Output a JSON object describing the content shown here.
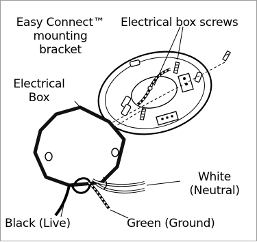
{
  "labels": {
    "bracket": [
      "Easy Connect™",
      "mounting",
      "bracket"
    ],
    "screws": "Electrical box screws",
    "electrical_box": [
      "Electrical",
      "Box"
    ],
    "white": [
      "White",
      "(Neutral)"
    ],
    "black": "Black (Live)",
    "green": "Green (Ground)"
  },
  "colors": {
    "line": "#000000",
    "box_edge": "#1a1a1a",
    "border": "#9a9a9a",
    "background": "#ffffff"
  }
}
